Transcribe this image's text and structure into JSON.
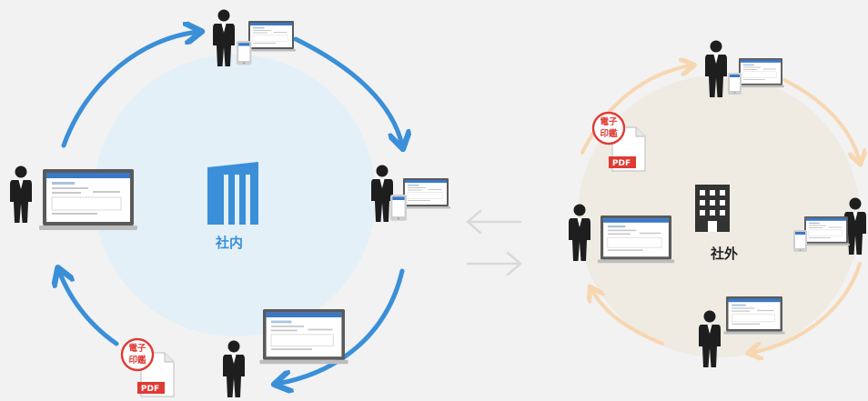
{
  "internal": {
    "label": "社内",
    "color": "#3a8fd8"
  },
  "external": {
    "label": "社外",
    "color": "#222222"
  },
  "stamp": {
    "line1": "電子",
    "line2": "印鑑"
  },
  "pdf_label": "PDF",
  "colors": {
    "background": "#f2f2f2",
    "internal_circle": "#e4f0f8",
    "internal_arrow": "#3a8fd8",
    "external_circle": "#efebe3",
    "external_arrow": "#f7d6b0",
    "exchange_arrow": "#d9d9d9",
    "stamp_red": "#e03a33",
    "person": "#1e1e1e",
    "screen": "#3a78c8"
  },
  "icons": [
    "person-icon",
    "laptop-icon",
    "tablet-icon",
    "building-icon",
    "office-building-icon",
    "pdf-document-icon",
    "electronic-seal-icon",
    "exchange-arrows-icon"
  ]
}
